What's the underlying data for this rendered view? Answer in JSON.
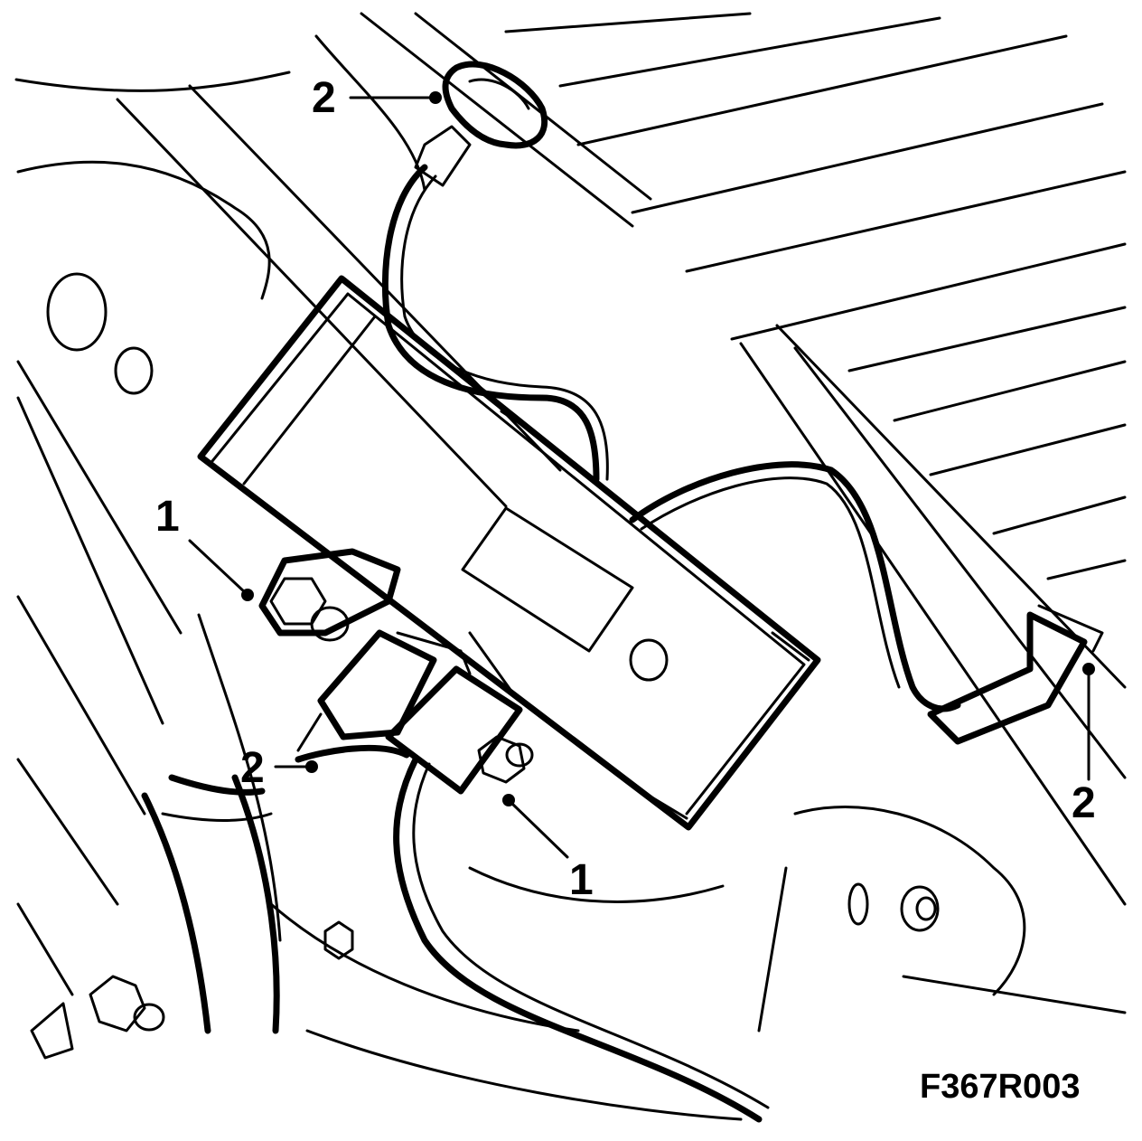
{
  "figure_id": "F367R003",
  "callouts": [
    {
      "label": "2"
    },
    {
      "label": "1"
    },
    {
      "label": "2"
    },
    {
      "label": "1"
    },
    {
      "label": "2"
    }
  ],
  "icons": [
    "module-unit",
    "mounting-nut",
    "cable-clip",
    "wire-harness",
    "connector"
  ]
}
